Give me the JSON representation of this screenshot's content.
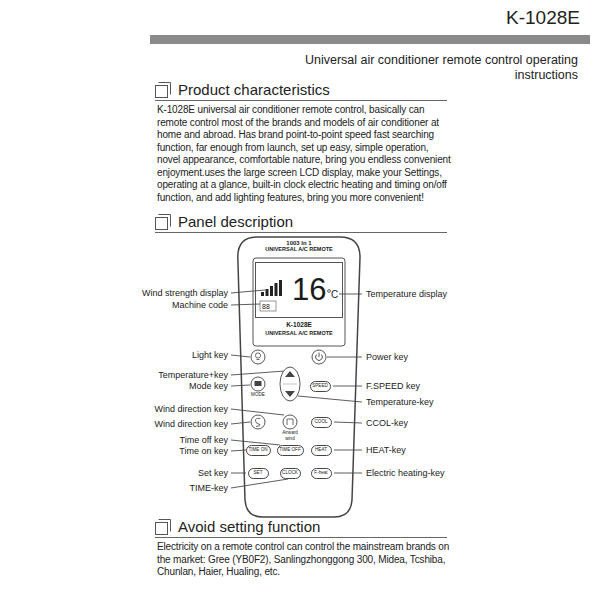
{
  "diagram": {
    "title": "K-1028E",
    "nodes": [
      {
        "text": [
          "1003 In 1",
          "UNIVERSAL A/C REMOTE",
          "K-1028E",
          "UNIVERSAL A/C REMOTE"
        ]
      },
      {
        "text": [
          "16",
          "C",
          "88"
        ],
        "in": 0
      },
      {
        "text": [
          "SPEED"
        ],
        "in": 0
      },
      {
        "text": [
          "COOL"
        ],
        "in": 0
      },
      {
        "text": [
          "TIME ON"
        ],
        "in": 0
      },
      {
        "text": [
          "TIME OFF"
        ],
        "in": 0
      },
      {
        "text": [
          "HEAT"
        ],
        "in": 0
      },
      {
        "text": [
          "SET"
        ],
        "in": 0
      },
      {
        "text": [
          "CLOCK"
        ],
        "in": 0
      },
      {
        "text": [
          "F-heat"
        ],
        "in": 0
      }
    ],
    "labels": [
      "Universal air conditioner remote control operating instructions",
      "Product characteristics",
      "K-1028E universal air conditioner remote control, basically can remote control most of the brands and models of air conditioner at home and abroad. Has brand point-to-point speed fast searching function, far enough from launch, set up easy, simple operation, novel appearance, comfortable nature, bring you endless convenient enjoyment.uses the large screen LCD display, make your Settings, operating at a glance, built-in clock electric heating and timing on/off function, and add lighting features, bring you more convenient!",
      "Panel description",
      "Wind strength display",
      "Machine code",
      "Light key",
      "Temperature+key",
      "Mode key",
      "Wind direction key",
      "Wind direction key",
      "Time off key",
      "Time on key",
      "Set key",
      "TIME-key",
      "Temperature display",
      "Power key",
      "F.SPEED key",
      "Temperature-key",
      "CCOL-key",
      "HEAT-key",
      "Electric heating-key",
      "MODE",
      "Airward wind",
      "Avoid setting function",
      "Electricity on a remote control can control the mainstream brands on the market: Gree (YB0F2), Sanlingzhonggong 300, Midea, Tcshiba, Chunlan, Haier, Hualing, etc."
    ]
  }
}
